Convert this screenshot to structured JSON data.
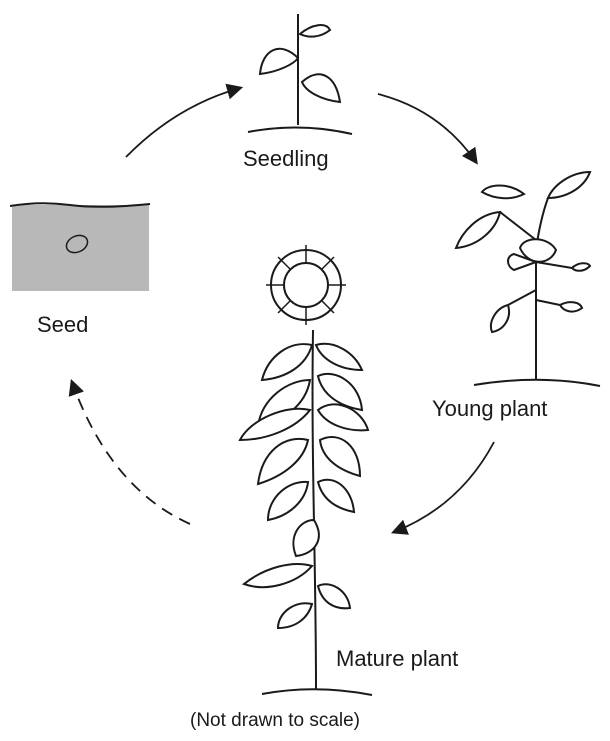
{
  "stages": {
    "seed": "Seed",
    "seedling": "Seedling",
    "young_plant": "Young plant",
    "mature_plant": "Mature plant"
  },
  "note": "(Not drawn to scale)",
  "colors": {
    "ink": "#1a1a1a",
    "soil": "#b8b8b8"
  }
}
